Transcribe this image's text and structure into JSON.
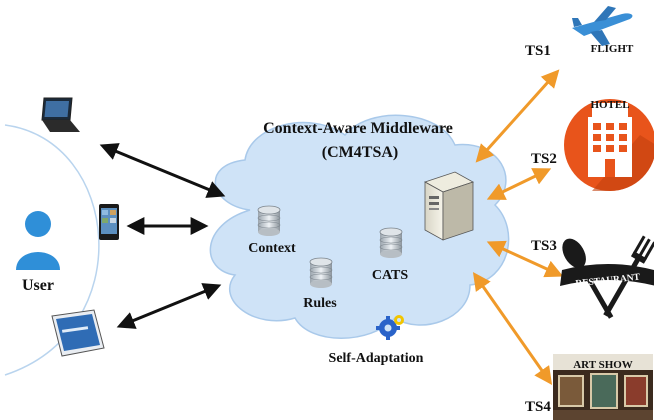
{
  "middleware": {
    "title_line1": "Context-Aware Middleware",
    "title_line2": "(CM4TSA)",
    "components": {
      "context": "Context",
      "rules": "Rules",
      "cats": "CATS",
      "self_adaptation": "Self-Adaptation"
    }
  },
  "user": {
    "label": "User"
  },
  "services": [
    {
      "id": "TS1",
      "icon_text": "FLIGHT"
    },
    {
      "id": "TS2",
      "icon_text": "HOTEL"
    },
    {
      "id": "TS3",
      "icon_text": "RESTAURANT"
    },
    {
      "id": "TS4",
      "icon_text": "ART SHOW"
    }
  ],
  "colors": {
    "cloud": "#cfe3f7",
    "cloud_edge": "#a9c9ea",
    "user_arrows": "#111111",
    "service_arrows": "#f09a2a",
    "user_icon": "#2f8fd8",
    "hotel_circle": "#e8541b",
    "flight": "#3a8fd6"
  },
  "icons": [
    "laptop-icon",
    "tablet-icon",
    "notebook-icon",
    "user-icon",
    "database-icon",
    "gear-icon",
    "server-icon",
    "airplane-icon",
    "hotel-icon",
    "restaurant-icon",
    "art-show-icon"
  ]
}
